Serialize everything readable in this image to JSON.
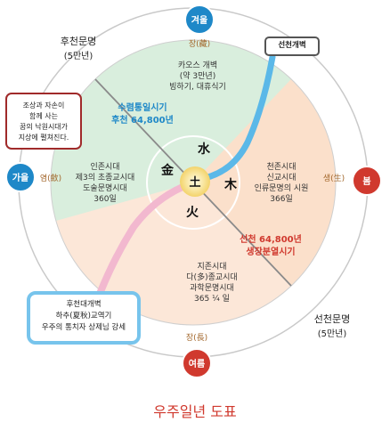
{
  "title": "우주일년 도표",
  "seasons": {
    "winter": "겨울",
    "spring": "봄",
    "summer": "여름",
    "autumn": "가을"
  },
  "phases": {
    "winter": "장(藏)",
    "spring": "생(生)",
    "summer": "장(長)",
    "autumn": "염(斂)"
  },
  "elements": {
    "water": "水",
    "wood": "木",
    "fire": "火",
    "metal": "金",
    "earth": "土"
  },
  "eras": {
    "later_civ": [
      "후천문명",
      "(5만년)"
    ],
    "early_civ": [
      "선천문명",
      "(5만년)"
    ]
  },
  "quadrants": {
    "winter": [
      "카오스 개벽",
      "(약 3만년)",
      "빙하기, 대휴식기"
    ],
    "spring": [
      "천존시대",
      "신교시대",
      "인류문명의 시원",
      "366일"
    ],
    "summer": [
      "지존시대",
      "다(多)종교시대",
      "과학문명시대",
      "365 ¼ 일"
    ],
    "autumn": [
      "인존시대",
      "제3의 초종교시대",
      "도술문명시대",
      "360일"
    ]
  },
  "highlights": {
    "harvest": [
      "수렴통일시기",
      "후천 64,800년"
    ],
    "growth": [
      "선천 64,800년",
      "생장분열시기"
    ]
  },
  "callouts": {
    "top": "선천개벽",
    "left": [
      "조상과 자손이",
      "함께 사는",
      "꿈의 낙원시대가",
      "지상에 펼쳐진다."
    ],
    "bottom": [
      "후천대개벽",
      "하추(夏秋)교역기",
      "우주의 통치자 상제님 강세"
    ]
  },
  "colors": {
    "autumn_fill": "#d9eedd",
    "spring_fill": "#fbe0cb",
    "winter_marker": "#1e88c8",
    "spring_marker": "#d0392e",
    "center_glow": "#f6dc7c",
    "blue_band": "#5bb8e8",
    "pink_band": "#f2b8cf"
  }
}
